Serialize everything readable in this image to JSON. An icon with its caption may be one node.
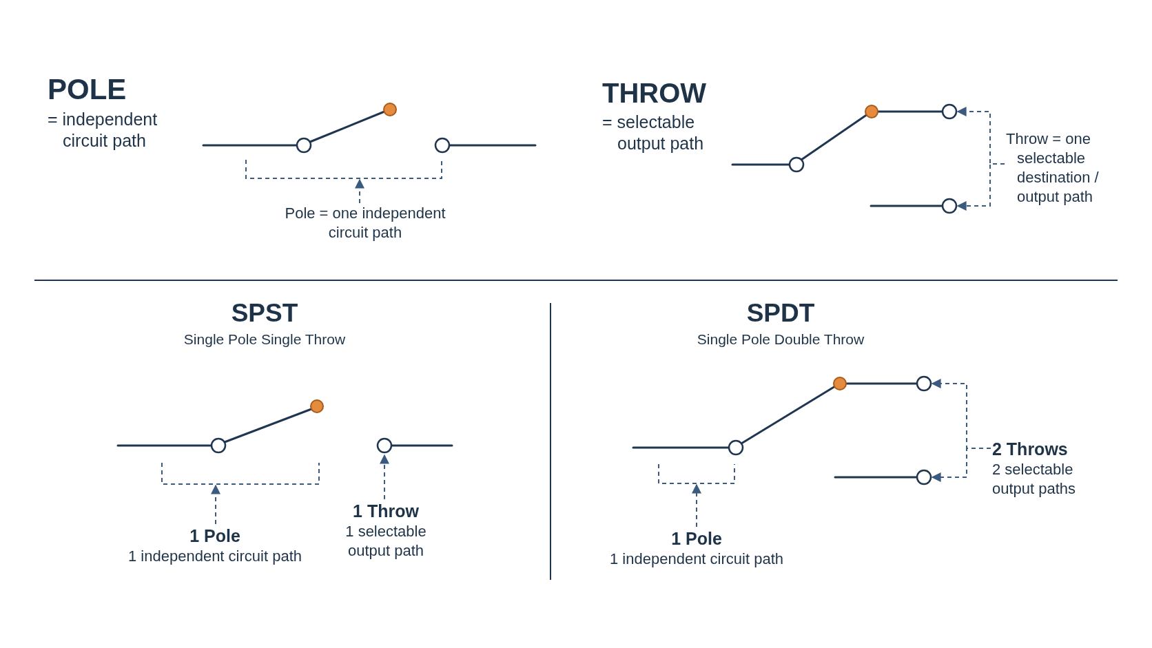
{
  "diagram": {
    "nodes": [
      {
        "text": [
          "Pole = one independent circuit path"
        ]
      },
      {
        "text": [
          "Throw = one selectable destination / output path"
        ]
      },
      {
        "text": [],
        "shape": "circle"
      },
      {
        "text": [],
        "shape": "circle"
      },
      {
        "text": [
          "1 Pole",
          "1 independent circuit path"
        ]
      },
      {
        "text": [
          "1 Throw",
          "1 selectable output path"
        ]
      },
      {
        "text": [],
        "shape": "circle"
      },
      {
        "text": [
          "2 Throws",
          "2 selectable output paths"
        ]
      },
      {
        "text": [],
        "shape": "circle"
      },
      {
        "text": [],
        "shape": "circle"
      },
      {
        "text": [
          "1 Pole",
          "1 independent circuit path"
        ]
      },
      {
        "text": [],
        "shape": "bracket"
      },
      {
        "text": [],
        "shape": "bracket"
      },
      {
        "text": [],
        "shape": "bracket"
      }
    ],
    "edges": [
      {
        "from": 0,
        "to": 11,
        "arrow": "to",
        "style": "dashed"
      },
      {
        "from": 1,
        "to": 2,
        "arrow": "to",
        "style": "dashed"
      },
      {
        "from": 1,
        "to": 3,
        "arrow": "to",
        "style": "dashed"
      },
      {
        "from": 4,
        "to": 12,
        "arrow": "to",
        "style": "dashed"
      },
      {
        "from": 5,
        "to": 6,
        "arrow": "to",
        "style": "dashed"
      },
      {
        "from": 7,
        "to": 8,
        "arrow": "to",
        "style": "dashed"
      },
      {
        "from": 7,
        "to": 9,
        "arrow": "to",
        "style": "dashed"
      },
      {
        "from": 10,
        "to": 13,
        "arrow": "to",
        "style": "dashed"
      }
    ],
    "labels": [
      "POLE",
      "= independent circuit path",
      "THROW",
      "= selectable output path",
      "SPST",
      "Single Pole Single Throw",
      "SPDT",
      "Single Pole Double Throw"
    ]
  }
}
